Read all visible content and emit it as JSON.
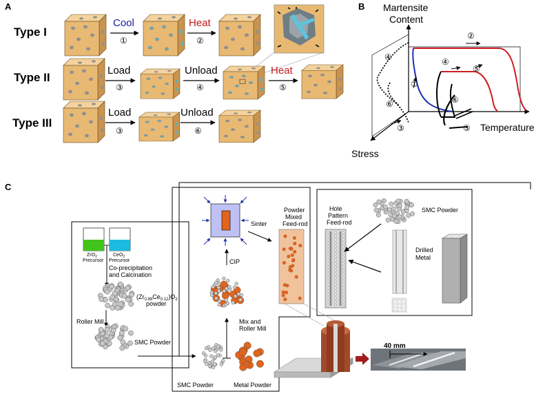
{
  "panels": {
    "a": "A",
    "b": "B",
    "c": "C"
  },
  "panel_a": {
    "rows": [
      {
        "label": "Type I",
        "steps": [
          {
            "text": "Cool",
            "num": "①",
            "color": "#1a1aa6"
          },
          {
            "text": "Heat",
            "num": "②",
            "color": "#c0161c"
          }
        ]
      },
      {
        "label": "Type II",
        "steps": [
          {
            "text": "Load",
            "num": "③",
            "color": "#000000"
          },
          {
            "text": "Unload",
            "num": "④",
            "color": "#000000"
          },
          {
            "text": "Heat",
            "num": "⑤",
            "color": "#c0161c"
          }
        ]
      },
      {
        "label": "Type III",
        "steps": [
          {
            "text": "Load",
            "num": "③",
            "color": "#000000"
          },
          {
            "text": "Unload",
            "num": "⑥",
            "color": "#000000"
          }
        ]
      }
    ]
  },
  "panel_b": {
    "axis_martensite_1": "Martensite",
    "axis_martensite_2": "Content",
    "axis_temperature": "Temperature",
    "axis_stress": "Stress",
    "marks": [
      "②",
      "④",
      "⑤",
      "①",
      "⑥",
      "③",
      "④",
      "⑥",
      "③"
    ]
  },
  "panel_c": {
    "zro2": "ZrO",
    "zro2_sub": "2",
    "zro2_prec": "Precursor",
    "ceo2": "CeO",
    "ceo2_sub": "2",
    "ceo2_prec": "Precursor",
    "coprec_1": "Co-precipitation",
    "coprec_2": "and Calcination",
    "powder_formula": "(Zr",
    "powder_sub1": "0.88",
    "powder_ce": "Ce",
    "powder_sub2": "0.12",
    "powder_o": ")O",
    "powder_sub3": "2",
    "powder_word": "powder",
    "roller_mill": "Roller Mill",
    "smc_powder": "SMC Powder",
    "sinter": "Sinter",
    "cip": "CIP",
    "mix_1": "Mix and",
    "mix_2": "Roller Mill",
    "smc_powder_bottom": "SMC Powder",
    "metal_powder": "Metal Powder",
    "pm_1": "Powder",
    "pm_2": "Mixed",
    "pm_3": "Feed-rod",
    "hp_1": "Hole",
    "hp_2": "Pattern",
    "hp_3": "Feed-rod",
    "smc_powder_right": "SMC Powder",
    "drilled_1": "Drilled",
    "drilled_2": "Metal",
    "scale": "40 mm"
  },
  "colors": {
    "cube_front": "#e8b973",
    "cube_top": "#f3d29d",
    "cube_side": "#c99450",
    "dot": "#8f8f8f",
    "dot_transformed": "#4fb3c9",
    "heat": "#c0161c",
    "cool": "#1a1aa6",
    "green_liquid": "#41c41b",
    "cyan_liquid": "#1bbbe0",
    "metal_orange": "#e3641b",
    "rod_fill": "#f1c39d",
    "feedrod_brown": "#a14a2a"
  }
}
